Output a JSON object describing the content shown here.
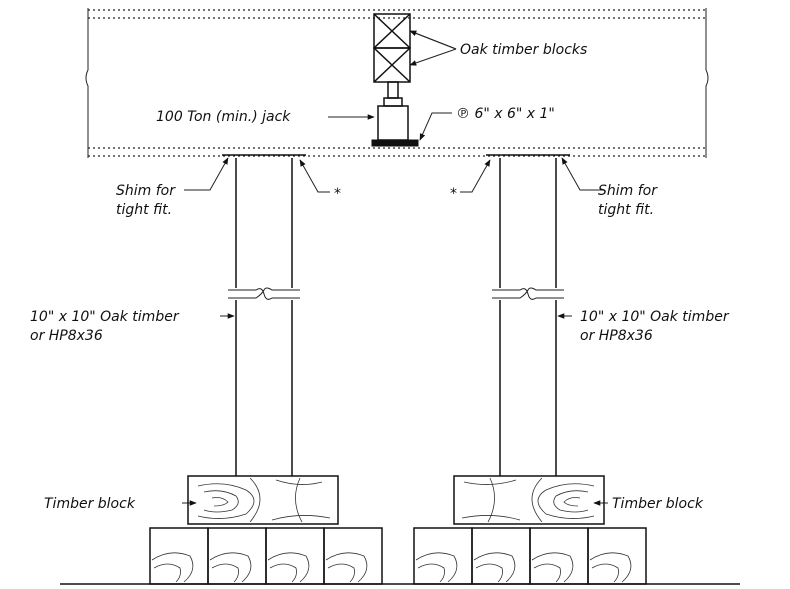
{
  "labels": {
    "oak_blocks": "Oak timber blocks",
    "jack": "100 Ton (min.) jack",
    "plate": "℗ 6\" x 6\" x 1\"",
    "shim_left_1": "Shim for",
    "shim_left_2": "tight fit.",
    "shim_right_1": "Shim for",
    "shim_right_2": "tight fit.",
    "asterisk_left": "*",
    "asterisk_right": "*",
    "post_left_1": "10\" x 10\" Oak timber",
    "post_left_2": "or HP8x36",
    "post_right_1": "10\" x 10\" Oak timber",
    "post_right_2": "or HP8x36",
    "timber_block_left": "Timber block",
    "timber_block_right": "Timber block"
  }
}
